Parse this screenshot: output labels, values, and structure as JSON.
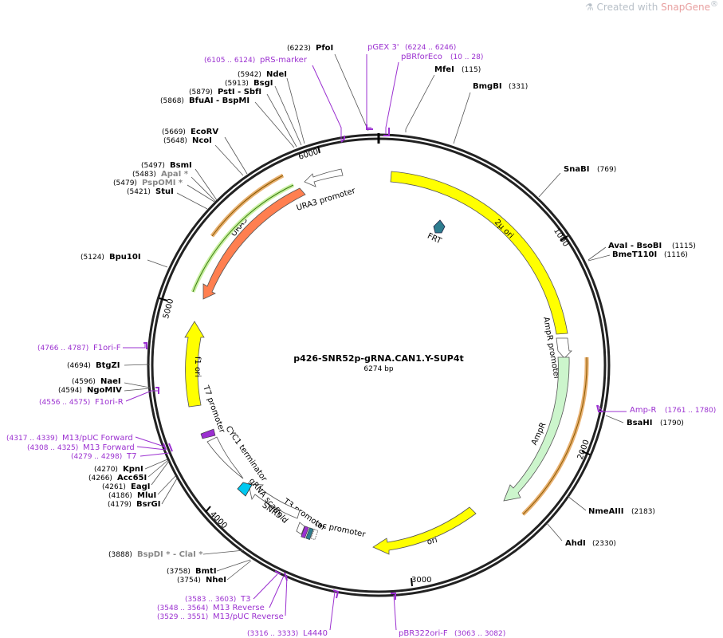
{
  "watermark": {
    "prefix": "Created with ",
    "brand": "SnapGene",
    "reg": "®"
  },
  "plasmid": {
    "name": "p426-SNR52p-gRNA.CAN1.Y-SUP4t",
    "size_label": "6274 bp",
    "length": 6274
  },
  "colors": {
    "backbone": "#222222",
    "enzyme_text": "#000000",
    "enzyme_dim": "#888888",
    "primer": "#9b30d0",
    "yellow": "#ffff00",
    "ampR": "#ccf5cc",
    "ura3": "#ff7f50",
    "frt": "#2e7d8f",
    "scaffold": "#00c8f0"
  },
  "ticks": [
    "1000",
    "2000",
    "3000",
    "4000",
    "5000",
    "6000"
  ],
  "enzymes": [
    {
      "name": "PfoI",
      "pos_label": "(6223)",
      "site": 6223
    },
    {
      "name": "MfeI",
      "pos_label": "(115)",
      "site": 115
    },
    {
      "name": "BmgBI",
      "pos_label": "(331)",
      "site": 331
    },
    {
      "name": "NdeI",
      "pos_label": "(5942)",
      "site": 5942
    },
    {
      "name": "BsgI",
      "pos_label": "(5913)",
      "site": 5913
    },
    {
      "name": "PstI  - SbfI",
      "pos_label": "(5879)",
      "site": 5879
    },
    {
      "name": "BfuAI  - BspMI",
      "pos_label": "(5868)",
      "site": 5868
    },
    {
      "name": "EcoRV",
      "pos_label": "(5669)",
      "site": 5669
    },
    {
      "name": "NcoI",
      "pos_label": "(5648)",
      "site": 5648
    },
    {
      "name": "BsmI",
      "pos_label": "(5497)",
      "site": 5497
    },
    {
      "name": "ApaI *",
      "pos_label": "(5483)",
      "site": 5483,
      "dim": true
    },
    {
      "name": "PspOMI *",
      "pos_label": "(5479)",
      "site": 5479,
      "dim": true
    },
    {
      "name": "StuI",
      "pos_label": "(5421)",
      "site": 5421
    },
    {
      "name": "SnaBI",
      "pos_label": "(769)",
      "site": 769
    },
    {
      "name": "AvaI  - BsoBI",
      "pos_label": "(1115)",
      "site": 1115
    },
    {
      "name": "BmeT110I",
      "pos_label": "(1116)",
      "site": 1116
    },
    {
      "name": "Bpu10I",
      "pos_label": "(5124)",
      "site": 5124
    },
    {
      "name": "BtgZI",
      "pos_label": "(4694)",
      "site": 4694
    },
    {
      "name": "NaeI",
      "pos_label": "(4596)",
      "site": 4596
    },
    {
      "name": "NgoMIV",
      "pos_label": "(4594)",
      "site": 4594
    },
    {
      "name": "BsaHI",
      "pos_label": "(1790)",
      "site": 1790
    },
    {
      "name": "KpnI",
      "pos_label": "(4270)",
      "site": 4270
    },
    {
      "name": "Acc65I",
      "pos_label": "(4266)",
      "site": 4266
    },
    {
      "name": "EagI",
      "pos_label": "(4261)",
      "site": 4261
    },
    {
      "name": "MluI",
      "pos_label": "(4186)",
      "site": 4186
    },
    {
      "name": "BsrGI",
      "pos_label": "(4179)",
      "site": 4179
    },
    {
      "name": "NmeAIII",
      "pos_label": "(2183)",
      "site": 2183
    },
    {
      "name": "AhdI",
      "pos_label": "(2330)",
      "site": 2330
    },
    {
      "name": "BspDI * - ClaI *",
      "pos_label": "(3888)",
      "site": 3888,
      "dim": true
    },
    {
      "name": "BmtI",
      "pos_label": "(3758)",
      "site": 3758
    },
    {
      "name": "NheI",
      "pos_label": "(3754)",
      "site": 3754
    }
  ],
  "primers": [
    {
      "name": "pRS-marker",
      "pos_label": "(6105 .. 6124)",
      "site": 6114
    },
    {
      "name": "pGEX 3'",
      "pos_label": "(6224 .. 6246)",
      "site": 6235
    },
    {
      "name": "pBRforEco",
      "pos_label": "(10 .. 28)",
      "site": 19
    },
    {
      "name": "F1ori-F",
      "pos_label": "(4766 .. 4787)",
      "site": 4776
    },
    {
      "name": "F1ori-R",
      "pos_label": "(4556 .. 4575)",
      "site": 4566
    },
    {
      "name": "Amp-R",
      "pos_label": "(1761 .. 1780)",
      "site": 1770
    },
    {
      "name": "M13/pUC Forward",
      "pos_label": "(4317 .. 4339)",
      "site": 4328
    },
    {
      "name": "M13 Forward",
      "pos_label": "(4308 .. 4325)",
      "site": 4316
    },
    {
      "name": "T7",
      "pos_label": "(4279 .. 4298)",
      "site": 4288
    },
    {
      "name": "T3",
      "pos_label": "(3583 .. 3603)",
      "site": 3593
    },
    {
      "name": "M13 Reverse",
      "pos_label": "(3548 .. 3564)",
      "site": 3556
    },
    {
      "name": "M13/pUC Reverse",
      "pos_label": "(3529 .. 3551)",
      "site": 3540
    },
    {
      "name": "L4440",
      "pos_label": "(3316 .. 3333)",
      "site": 3324
    },
    {
      "name": "pBR322ori-F",
      "pos_label": "(3063 .. 3082)",
      "site": 3072
    }
  ],
  "features": [
    {
      "name": "2μ ori",
      "start": 168,
      "end": 1490,
      "dir": "none",
      "color": "#ffff00"
    },
    {
      "name": "AmpR promoter",
      "start": 1500,
      "end": 1600,
      "dir": "cw",
      "color": "#ffffff"
    },
    {
      "name": "AmpR",
      "start": 1600,
      "end": 2460,
      "dir": "cw",
      "color": "#ccf5cc"
    },
    {
      "name": "ori",
      "start": 2630,
      "end": 3220,
      "dir": "cw",
      "color": "#ffff00"
    },
    {
      "name": "lac promoter",
      "start": 3390,
      "end": 3420,
      "dir": "none",
      "color": "#ffffff"
    },
    {
      "name": "T3 promoter",
      "start": 3440,
      "end": 3460,
      "dir": "none",
      "color": "#ffffff"
    },
    {
      "name": "SNR5...",
      "start": 3470,
      "end": 3720,
      "dir": "ccw",
      "color": "#ffffff"
    },
    {
      "name": "gRNA scaffold",
      "start": 3740,
      "end": 3820,
      "dir": "ccw",
      "color": "#00c8f0"
    },
    {
      "name": "CYC1 terminator",
      "start": 3830,
      "end": 4120,
      "dir": "ccw",
      "color": "#ffffff"
    },
    {
      "name": "T7 promoter",
      "start": 4170,
      "end": 4200,
      "dir": "none",
      "color": "#ffffff"
    },
    {
      "name": "f1 ori",
      "start": 4480,
      "end": 4930,
      "dir": "cw",
      "color": "#ffff00"
    },
    {
      "name": "URA3",
      "start": 5300,
      "end": 5790,
      "dir": "ccw",
      "color": "#ff7f50"
    },
    {
      "name": "URA3 promoter",
      "start": 5790,
      "end": 6040,
      "dir": "ccw",
      "color": "#ffffff"
    },
    {
      "name": "FRT",
      "start": 600,
      "end": 640,
      "dir": "cw",
      "color": "#2e7d8f"
    }
  ]
}
